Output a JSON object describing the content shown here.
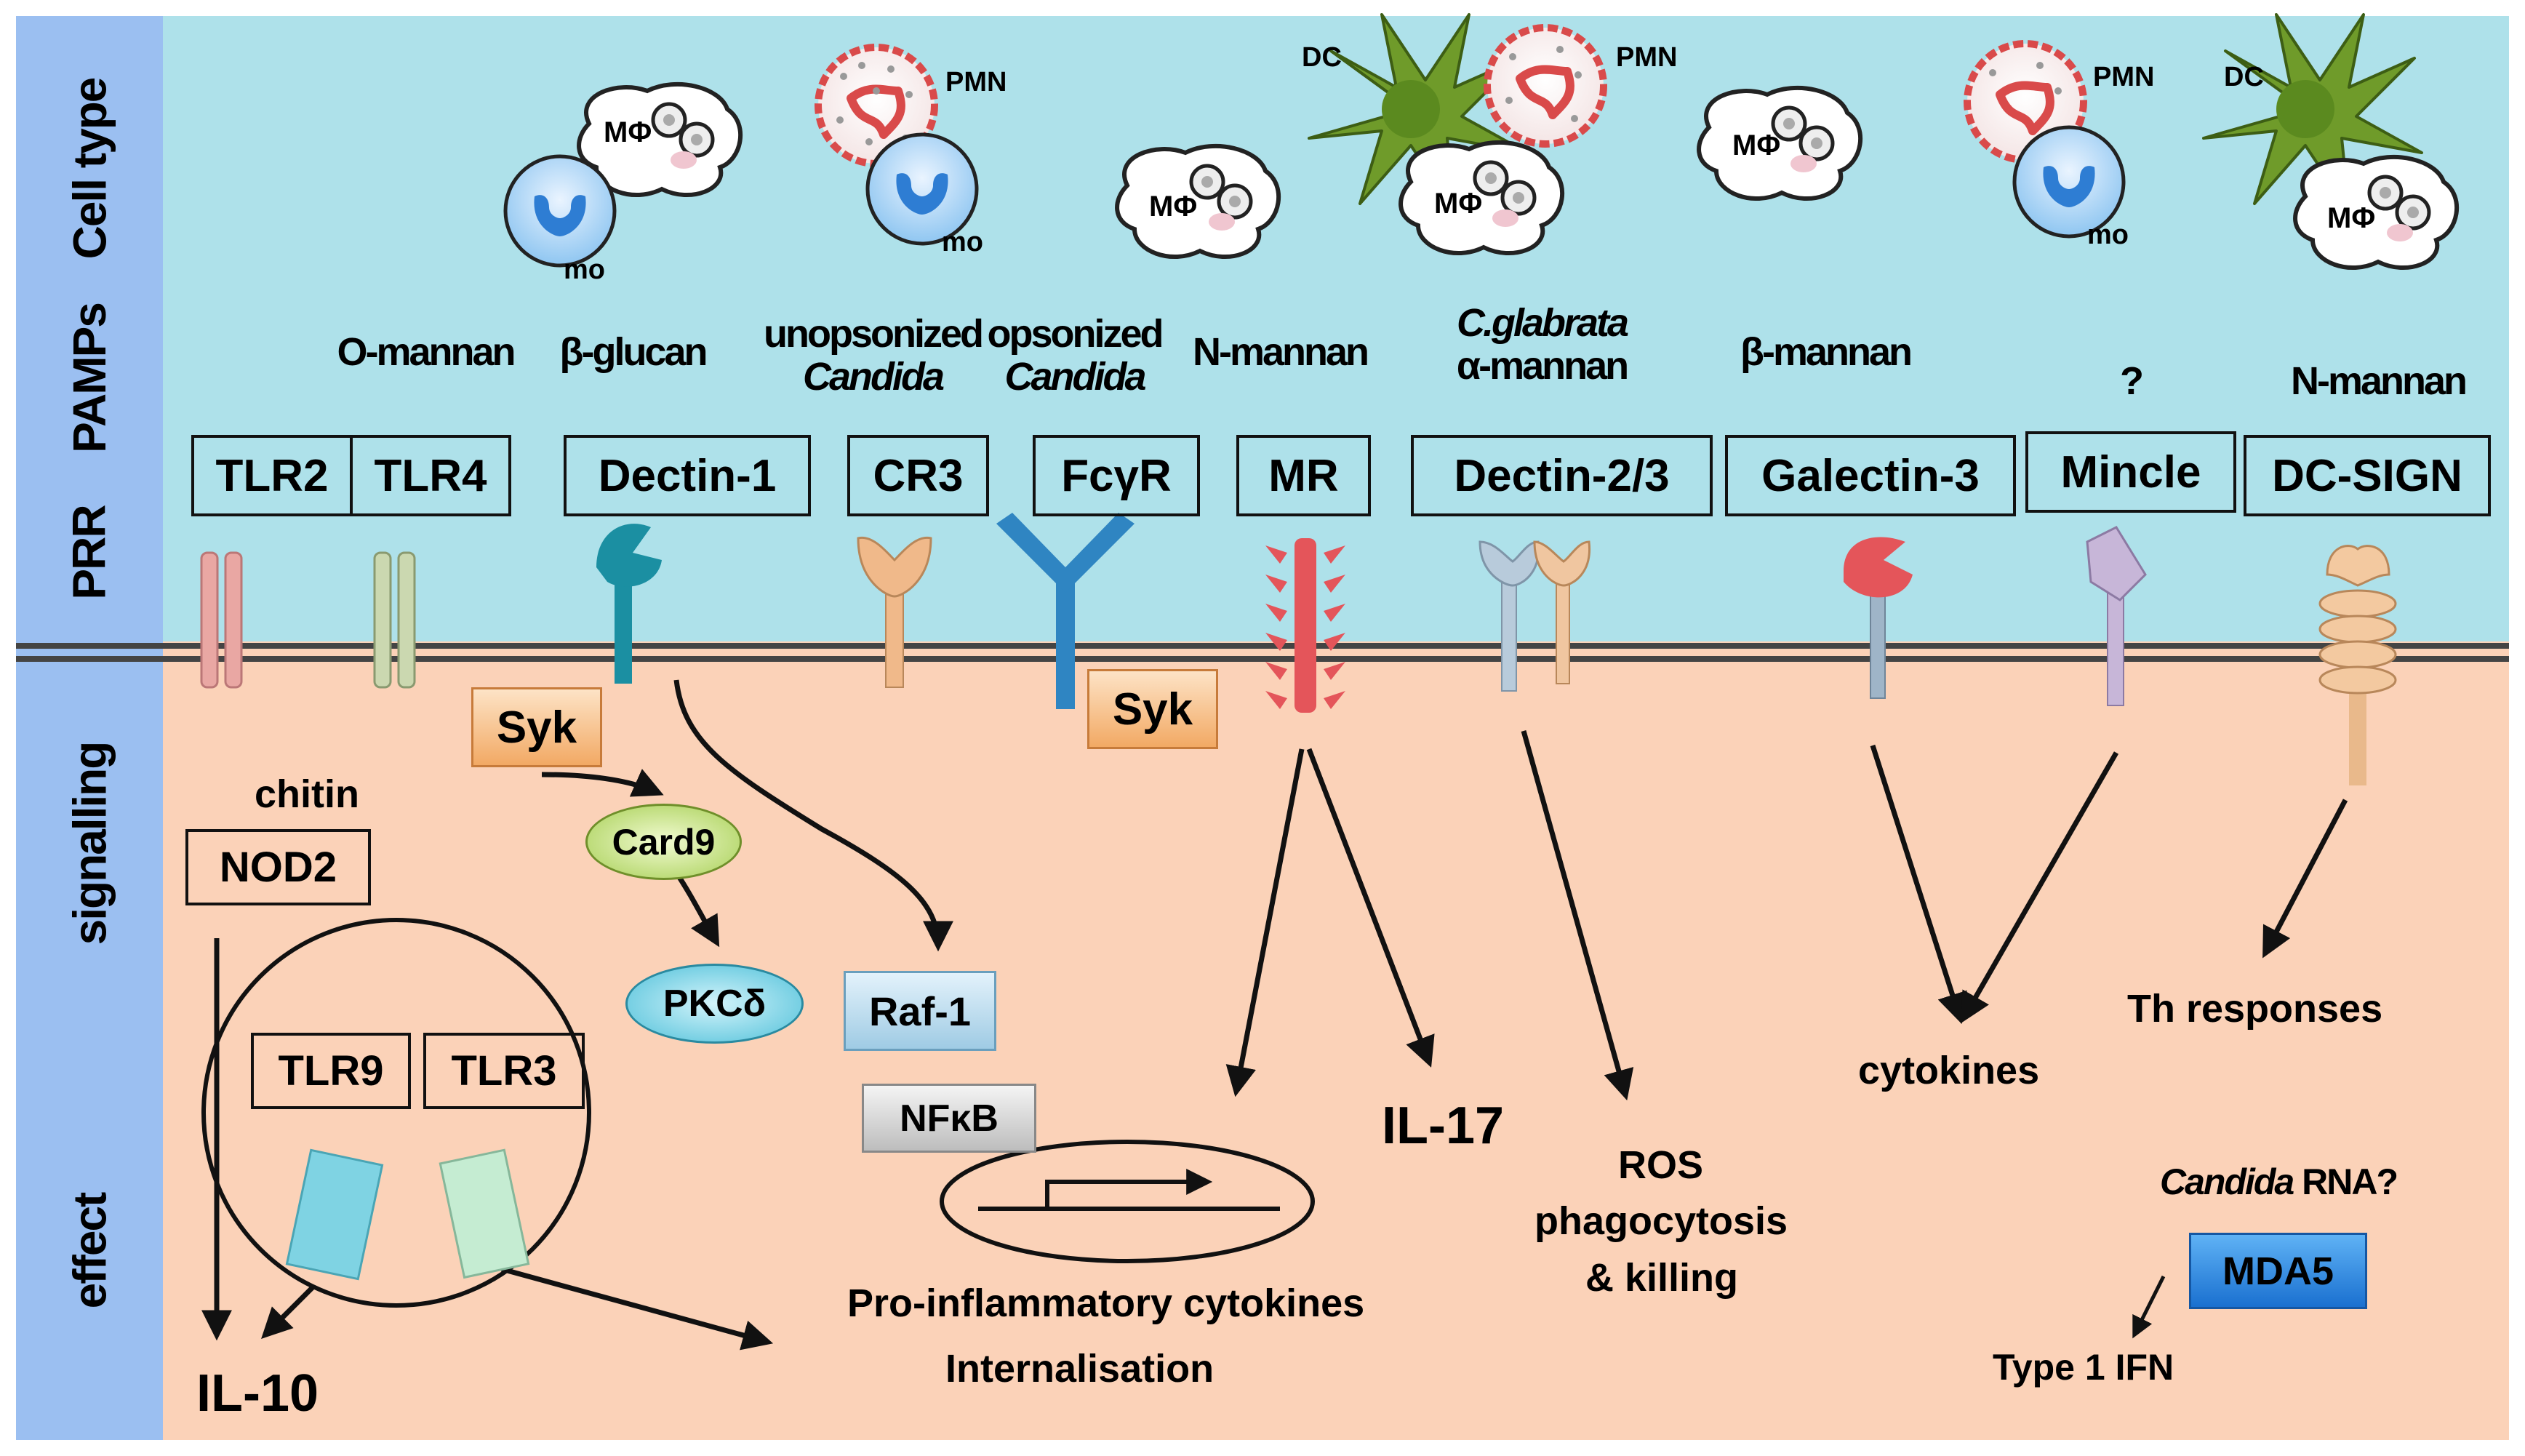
{
  "colors": {
    "top_band": "#aee1ea",
    "bottom_band": "#fbd2b8",
    "row_label_bar": "#9bbff1",
    "syk_box": "#f9c48f",
    "card9": "#c9e57c",
    "pkc": "#7fd7e8",
    "raf1": "#bfe0f0",
    "nfkb": "#d9d9d9",
    "mda5": "#2f8fe6"
  },
  "row_labels": {
    "cell_type": "Cell type",
    "pamps": "PAMPs",
    "prr": "PRR",
    "signalling": "signalling",
    "effect": "effect"
  },
  "cells": {
    "macrophage": "MΦ",
    "monocyte": "mo",
    "neutrophil": "PMN",
    "dendritic": "DC"
  },
  "pamps": [
    {
      "text": "O-mannan"
    },
    {
      "text": "β-glucan"
    },
    {
      "line1": "unopsonized",
      "line2": "Candida"
    },
    {
      "line1": "opsonized",
      "line2": "Candida"
    },
    {
      "text": "N-mannan"
    },
    {
      "line1": "C.glabrata",
      "line2": "α-mannan"
    },
    {
      "text": "β-mannan"
    },
    {
      "text": "?"
    },
    {
      "text": "N-mannan"
    }
  ],
  "prrs": [
    "TLR2",
    "TLR4",
    "Dectin-1",
    "CR3",
    "FcγR",
    "MR",
    "Dectin-2/3",
    "Galectin-3",
    "Mincle",
    "DC-SIGN"
  ],
  "signalling": {
    "syk": "Syk",
    "card9": "Card9",
    "pkc": "PKCδ",
    "raf1": "Raf-1",
    "nfkb": "NFκB",
    "chitin": "chitin",
    "nod2": "NOD2",
    "tlr9": "TLR9",
    "tlr3": "TLR3"
  },
  "effects": {
    "il10": "IL-10",
    "il17": "IL-17",
    "proinflam": "Pro-inflammatory cytokines",
    "internalisation": "Internalisation",
    "ros1": "ROS",
    "ros2": "phagocytosis",
    "ros3": "& killing",
    "cytokines": "cytokines",
    "th": "Th responses",
    "candida_rna_italic": "Candida",
    "candida_rna_rest": " RNA?",
    "mda5": "MDA5",
    "ifn": "Type 1 IFN"
  }
}
